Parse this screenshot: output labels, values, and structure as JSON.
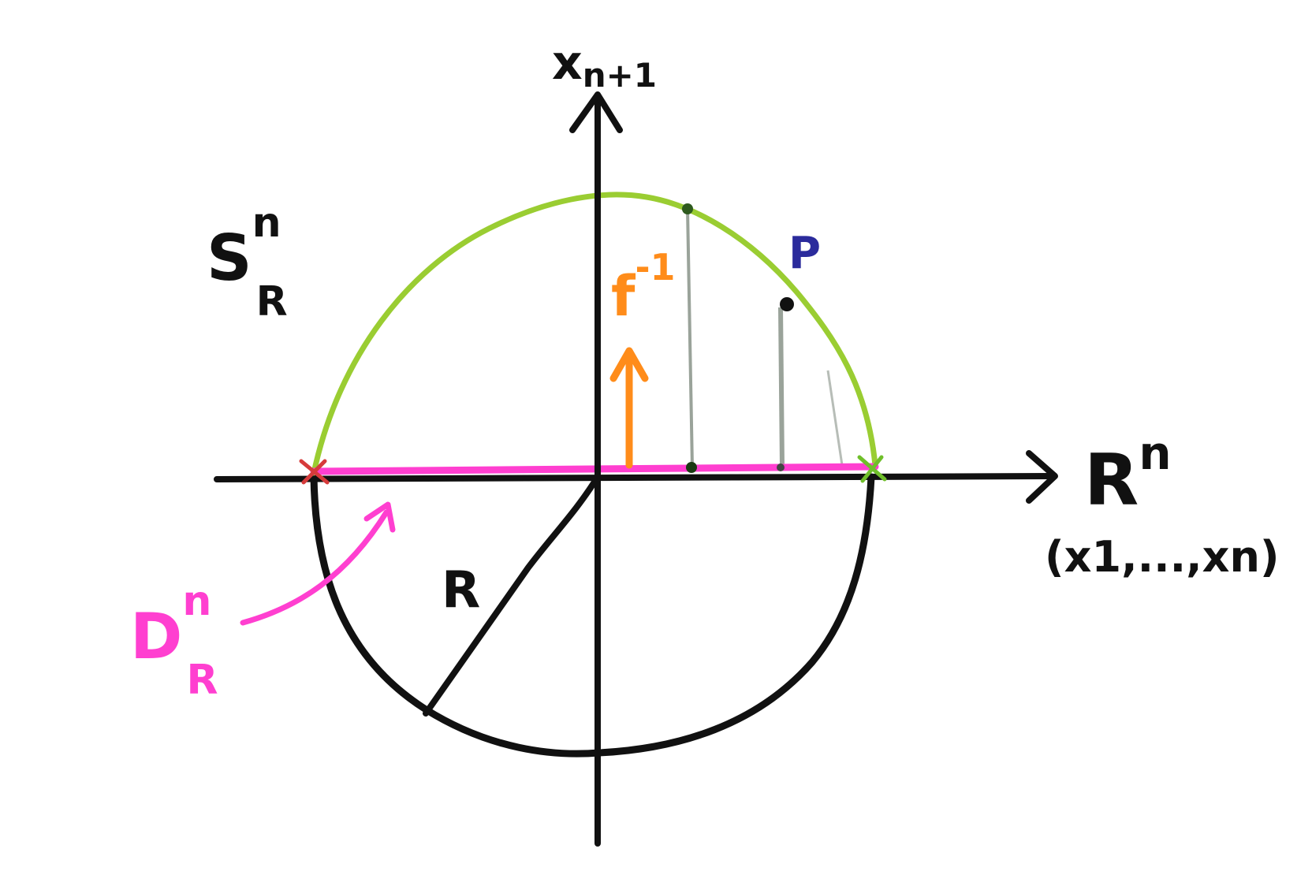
{
  "labels": {
    "vertical_axis": "x",
    "vertical_axis_sub": "n+1",
    "horizontal_axis": "R",
    "horizontal_axis_sup": "n",
    "horizontal_axis_coords": "(x1,...,xn)",
    "sphere": "S",
    "sphere_sup": "n",
    "sphere_sub": "R",
    "disk": "D",
    "disk_sup": "n",
    "disk_sub": "R",
    "radius": "R",
    "point": "P",
    "map": "f",
    "map_sup": "-1"
  },
  "colors": {
    "ink": "#111111",
    "upper_hemisphere": "#9acd32",
    "disk": "#ff3fd0",
    "map": "#ff8c1a",
    "point": "#2b2b9c",
    "projection_lines": "#9aa39a"
  }
}
